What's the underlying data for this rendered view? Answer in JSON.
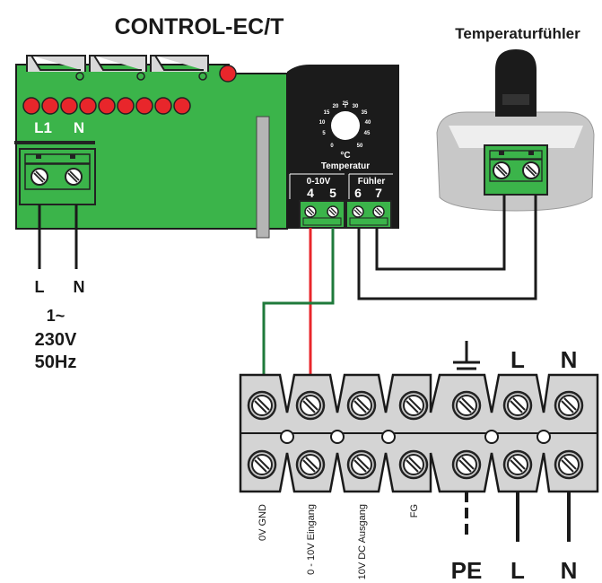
{
  "device": {
    "title": "CONTROL-EC/T",
    "terminal_power": [
      "L1",
      "N"
    ],
    "power_labels": [
      "L",
      "N"
    ],
    "supply": [
      "1~",
      "230V",
      "50Hz"
    ],
    "dial_ticks": [
      "5",
      "10",
      "15",
      "20",
      "25",
      "30",
      "35",
      "40",
      "45",
      "50",
      "0"
    ],
    "dial_unit": "°C",
    "dial_label": "Temperatur",
    "group_signal": "0-10V",
    "group_sensor": "Fühler",
    "pins": [
      "4",
      "5",
      "6",
      "7"
    ]
  },
  "sensor": {
    "title": "Temperaturfühler"
  },
  "fan_terminal": {
    "top_labels": [
      "L",
      "N"
    ],
    "bottom_labels": [
      "PE",
      "L",
      "N"
    ],
    "slots": [
      "0V GND",
      "0 - 10V Eingang",
      "10V DC Ausgang",
      "FG"
    ]
  },
  "colors": {
    "board_green": "#3bb44a",
    "board_black": "#1b1b1b",
    "led_red": "#e8262b",
    "wire_red": "#e8262b",
    "wire_green": "#1f7a3b",
    "terminal_grey": "#d4d4d4"
  }
}
